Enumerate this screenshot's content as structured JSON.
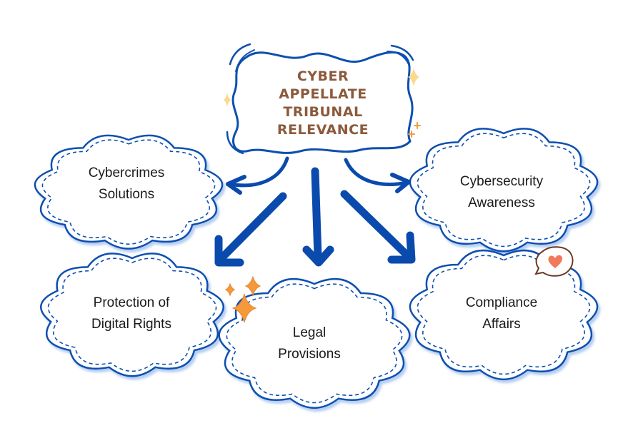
{
  "diagram": {
    "title": "Cyber Appellate Tribunal Relevance",
    "center": {
      "lines": [
        "Cyber",
        "Appellate",
        "Tribunal",
        "Relevance"
      ]
    },
    "nodes": [
      {
        "id": "cybercrimes-solutions",
        "lines": [
          "Cybercrimes",
          "Solutions"
        ]
      },
      {
        "id": "cybersecurity-awareness",
        "lines": [
          "Cybersecurity",
          "Awareness"
        ]
      },
      {
        "id": "protection-digital-rights",
        "lines": [
          "Protection of",
          "Digital Rights"
        ]
      },
      {
        "id": "legal-provisions",
        "lines": [
          "Legal",
          "Provisions"
        ]
      },
      {
        "id": "compliance-affairs",
        "lines": [
          "Compliance",
          "Affairs"
        ]
      }
    ],
    "edges": [
      {
        "from": "center",
        "to": "cybercrimes-solutions",
        "style": "curved"
      },
      {
        "from": "center",
        "to": "cybersecurity-awareness",
        "style": "curved"
      },
      {
        "from": "center",
        "to": "protection-digital-rights",
        "style": "straight"
      },
      {
        "from": "center",
        "to": "legal-provisions",
        "style": "straight"
      },
      {
        "from": "center",
        "to": "compliance-affairs",
        "style": "straight"
      }
    ],
    "decorations": [
      "sparkle-yellow",
      "sparkle-yellow-small",
      "plus-orange",
      "sparkle-orange-cluster",
      "heart-speech-bubble"
    ]
  },
  "colors": {
    "outline": "#0d4fb0",
    "arrow": "#0a4aad",
    "center_text": "#8b5a3c",
    "node_text": "#1a1a1a",
    "sparkle_yellow": "#f9d98a",
    "sparkle_orange": "#f49a3c",
    "heart": "#f07a5a",
    "bubble_outline": "#6b3a22"
  }
}
